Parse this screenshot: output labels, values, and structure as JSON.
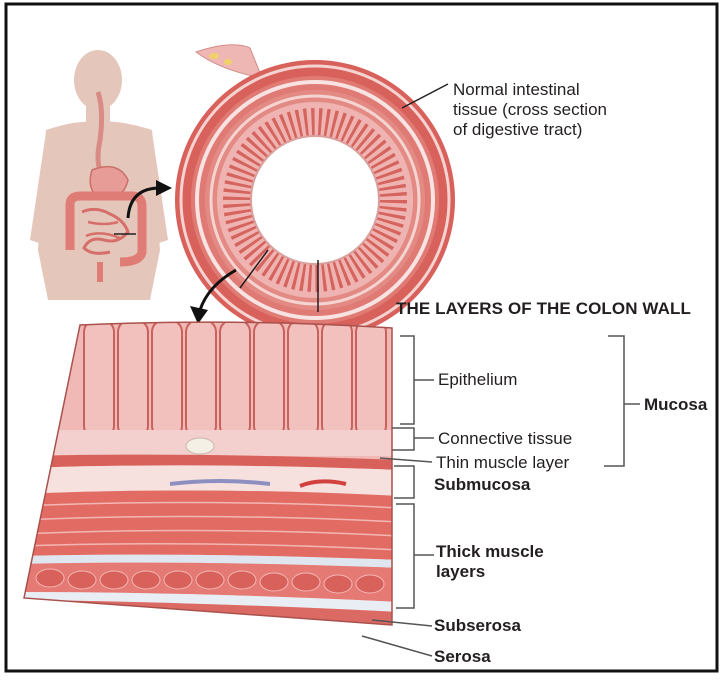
{
  "diagram": {
    "cross_section_label": "Normal intestinal\ntissue (cross section\nof digestive tract)",
    "title": "THE LAYERS OF THE COLON WALL",
    "layers": {
      "epithelium": "Epithelium",
      "connective_tissue": "Connective tissue",
      "thin_muscle": "Thin muscle layer",
      "mucosa": "Mucosa",
      "submucosa": "Submucosa",
      "thick_muscle": "Thick muscle\nlayers",
      "subserosa": "Subserosa",
      "serosa": "Serosa"
    },
    "colors": {
      "tissue_pink": "#e8a3a0",
      "muscle_red": "#d9615b",
      "mucosa_pink": "#efb9b7",
      "body_tan": "#e3c4b9",
      "outline": "#231f20"
    }
  }
}
